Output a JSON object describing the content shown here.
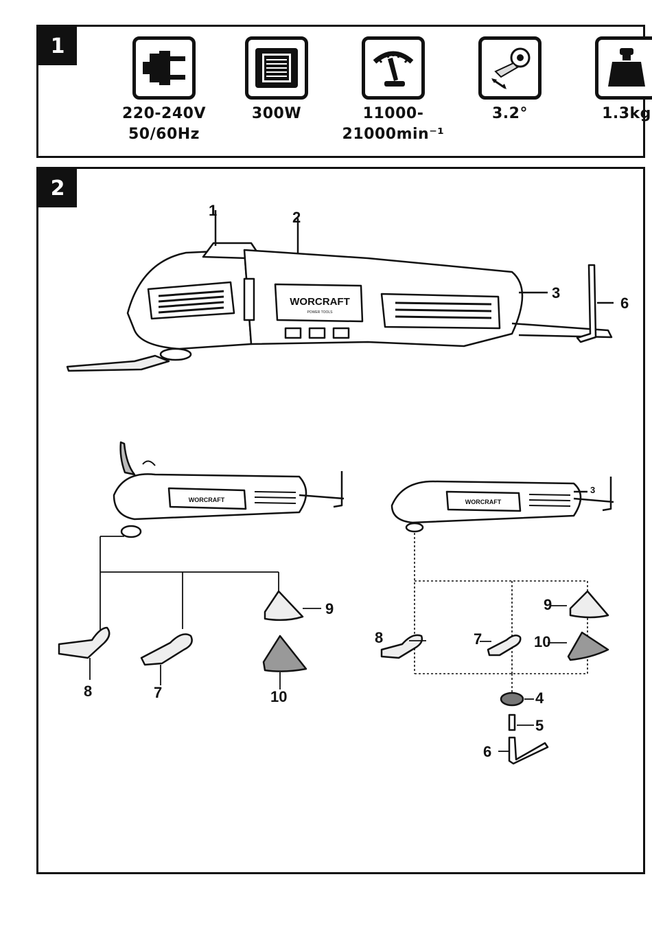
{
  "panel1": {
    "number": "1",
    "specs": [
      {
        "icon": "plug-icon",
        "line1": "220-240V",
        "line2": "50/60Hz"
      },
      {
        "icon": "motor-icon",
        "line1": "300W",
        "line2": ""
      },
      {
        "icon": "speed-gauge-icon",
        "line1": "11000-",
        "line2": "21000min⁻¹"
      },
      {
        "icon": "oscillation-angle-icon",
        "line1": "3.2°",
        "line2": ""
      },
      {
        "icon": "weight-icon",
        "line1": "1.3kg",
        "line2": ""
      }
    ]
  },
  "panel2": {
    "number": "2",
    "brand": "WORCRAFT",
    "brand_sub": "POWER TOOLS",
    "callouts": {
      "main": [
        "1",
        "2",
        "3",
        "6"
      ],
      "left": [
        "9",
        "8",
        "7",
        "10"
      ],
      "right": [
        "3",
        "9",
        "8",
        "7",
        "10",
        "4",
        "5",
        "6"
      ]
    }
  }
}
